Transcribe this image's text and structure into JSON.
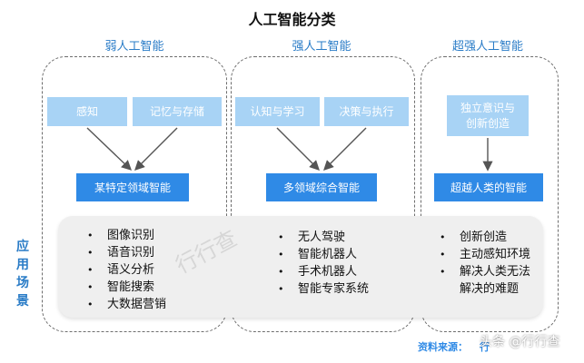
{
  "title": "人工智能分类",
  "columns": [
    {
      "title": "弱人工智能",
      "inputs": [
        "感知",
        "记忆与存储"
      ],
      "result": "某特定领域智能",
      "apps": [
        "图像识别",
        "语音识别",
        "语义分析",
        "智能搜索",
        "大数据营销"
      ]
    },
    {
      "title": "强人工智能",
      "inputs": [
        "认知与学习",
        "决策与执行"
      ],
      "result": "多领域综合智能",
      "apps": [
        "无人驾驶",
        "智能机器人",
        "手术机器人",
        "智能专家系统"
      ]
    },
    {
      "title": "超强人工智能",
      "inputs": [
        "独立意识与\n创新创造"
      ],
      "result": "超越人类的智能",
      "apps": [
        "创新创造",
        "主动感知环境",
        "解决人类无法\n解决的难题"
      ]
    }
  ],
  "side_label": "应用场景",
  "source_label": "资料来源：",
  "source_value": "行",
  "watermark_author": "头条 @行行查",
  "watermark_logo": "行行查",
  "colors": {
    "accent": "#2f8ae6",
    "light_box": "#a8d3f5",
    "title_blue": "#2a7cc7"
  }
}
